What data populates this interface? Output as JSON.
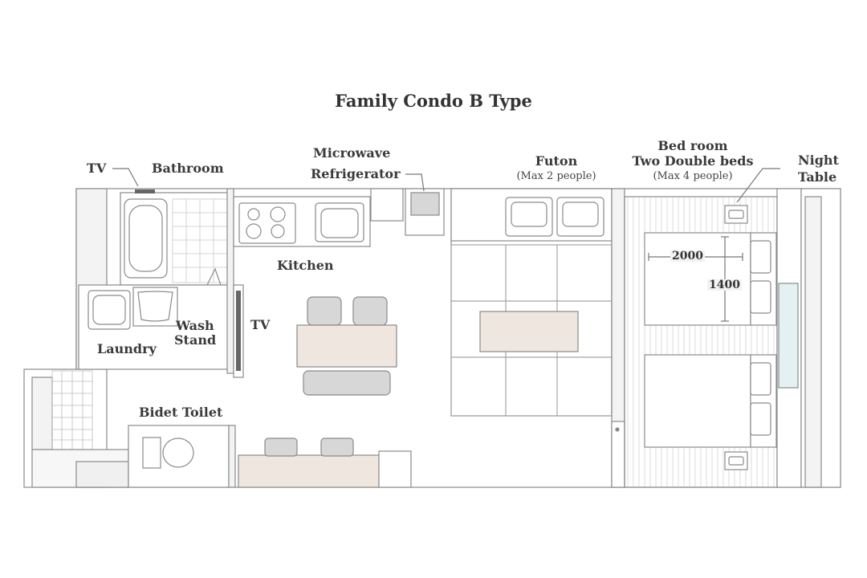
{
  "title": "Family Condo B Type",
  "labels": {
    "tv_bath": "TV",
    "bathroom": "Bathroom",
    "microwave": "Microwave",
    "refrigerator": "Refrigerator",
    "futon": "Futon",
    "futon_capacity": "(Max 2 people)",
    "bedroom": "Bed room",
    "double_beds": "Two Double beds",
    "bedroom_capacity": "(Max 4 people)",
    "night": "Night",
    "table": "Table",
    "kitchen": "Kitchen",
    "tv_living": "TV",
    "wash": "Wash",
    "stand": "Stand",
    "laundry": "Laundry",
    "bidet_toilet": "Bidet Toilet",
    "bed_length": "2000",
    "bed_width": "1400"
  },
  "colors": {
    "wall": "#8a8a8a",
    "wall_fill": "#fafafa",
    "furniture_table": "#efe6df",
    "furniture_gray": "#d7d7d7",
    "accent_blue": "#e3f1f3"
  }
}
